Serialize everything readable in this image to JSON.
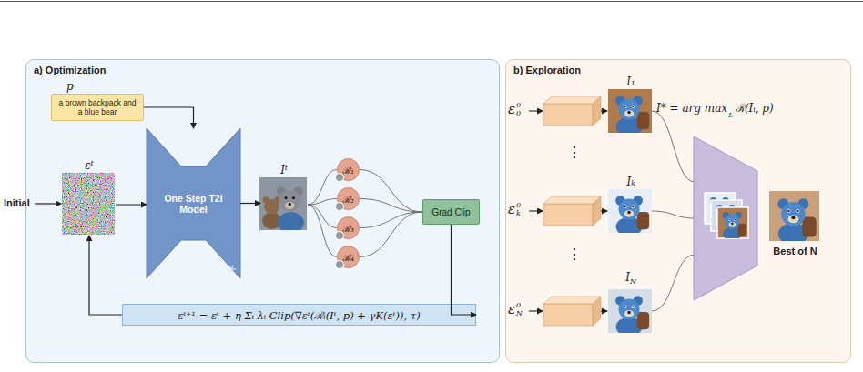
{
  "diagram": {
    "nodes": [
      {
        "text": [
          "a) Optimization"
        ]
      },
      {
        "text": [
          "p",
          "a brown backpack and a blue bear"
        ],
        "in": 0
      },
      {
        "text": [
          "εᵗ"
        ],
        "in": 0
      },
      {
        "text": [
          "One Step T2I Model"
        ],
        "in": 0
      },
      {
        "text": [
          "Iᵗ"
        ],
        "in": 0
      },
      {
        "text": [
          "ℛ₁"
        ],
        "in": 0
      },
      {
        "text": [
          "ℛ₂"
        ],
        "in": 0
      },
      {
        "text": [
          "ℛ₃"
        ],
        "in": 0
      },
      {
        "text": [
          "ℛ₄"
        ],
        "in": 0
      },
      {
        "text": [
          "Grad Clip"
        ],
        "in": 0
      },
      {
        "text": [
          "εᵗ⁺¹ = εᵗ + η Σᵢ λᵢ Clip(∇εᵗ(ℛᵢ(Iᵗ, p) + γK(εᵗ)), τ)"
        ],
        "in": 0
      },
      {
        "text": [
          "b) Exploration"
        ]
      },
      {
        "text": [
          "I₁"
        ],
        "in": 11
      },
      {
        "text": [
          "Iₖ"
        ],
        "in": 11
      },
      {
        "text": [
          "I",
          "N"
        ],
        "in": 11
      },
      {
        "text": [
          "Best of N"
        ],
        "in": 11
      }
    ],
    "edges": [
      {
        "from": 1,
        "to": 3,
        "arrow": "to"
      },
      {
        "from": 2,
        "to": 3,
        "arrow": "to"
      },
      {
        "from": 3,
        "to": 4,
        "arrow": "to"
      },
      {
        "from": 4,
        "to": 5,
        "arrow": "none"
      },
      {
        "from": 4,
        "to": 6,
        "arrow": "none"
      },
      {
        "from": 4,
        "to": 7,
        "arrow": "none"
      },
      {
        "from": 4,
        "to": 8,
        "arrow": "none"
      },
      {
        "from": 5,
        "to": 9,
        "arrow": "none"
      },
      {
        "from": 6,
        "to": 9,
        "arrow": "none"
      },
      {
        "from": 7,
        "to": 9,
        "arrow": "none"
      },
      {
        "from": 8,
        "to": 9,
        "arrow": "none"
      },
      {
        "from": 9,
        "to": 10,
        "arrow": "to"
      },
      {
        "from": 10,
        "to": 2,
        "arrow": "to"
      }
    ],
    "labels": [
      "Initial",
      "ε",
      "0",
      "0",
      "ε",
      "0",
      "k",
      "ε",
      "0",
      "N",
      "⋮",
      "⋮",
      "I* = arg max",
      "Iᵢ",
      "ℛ(Iᵢ, p)"
    ]
  }
}
